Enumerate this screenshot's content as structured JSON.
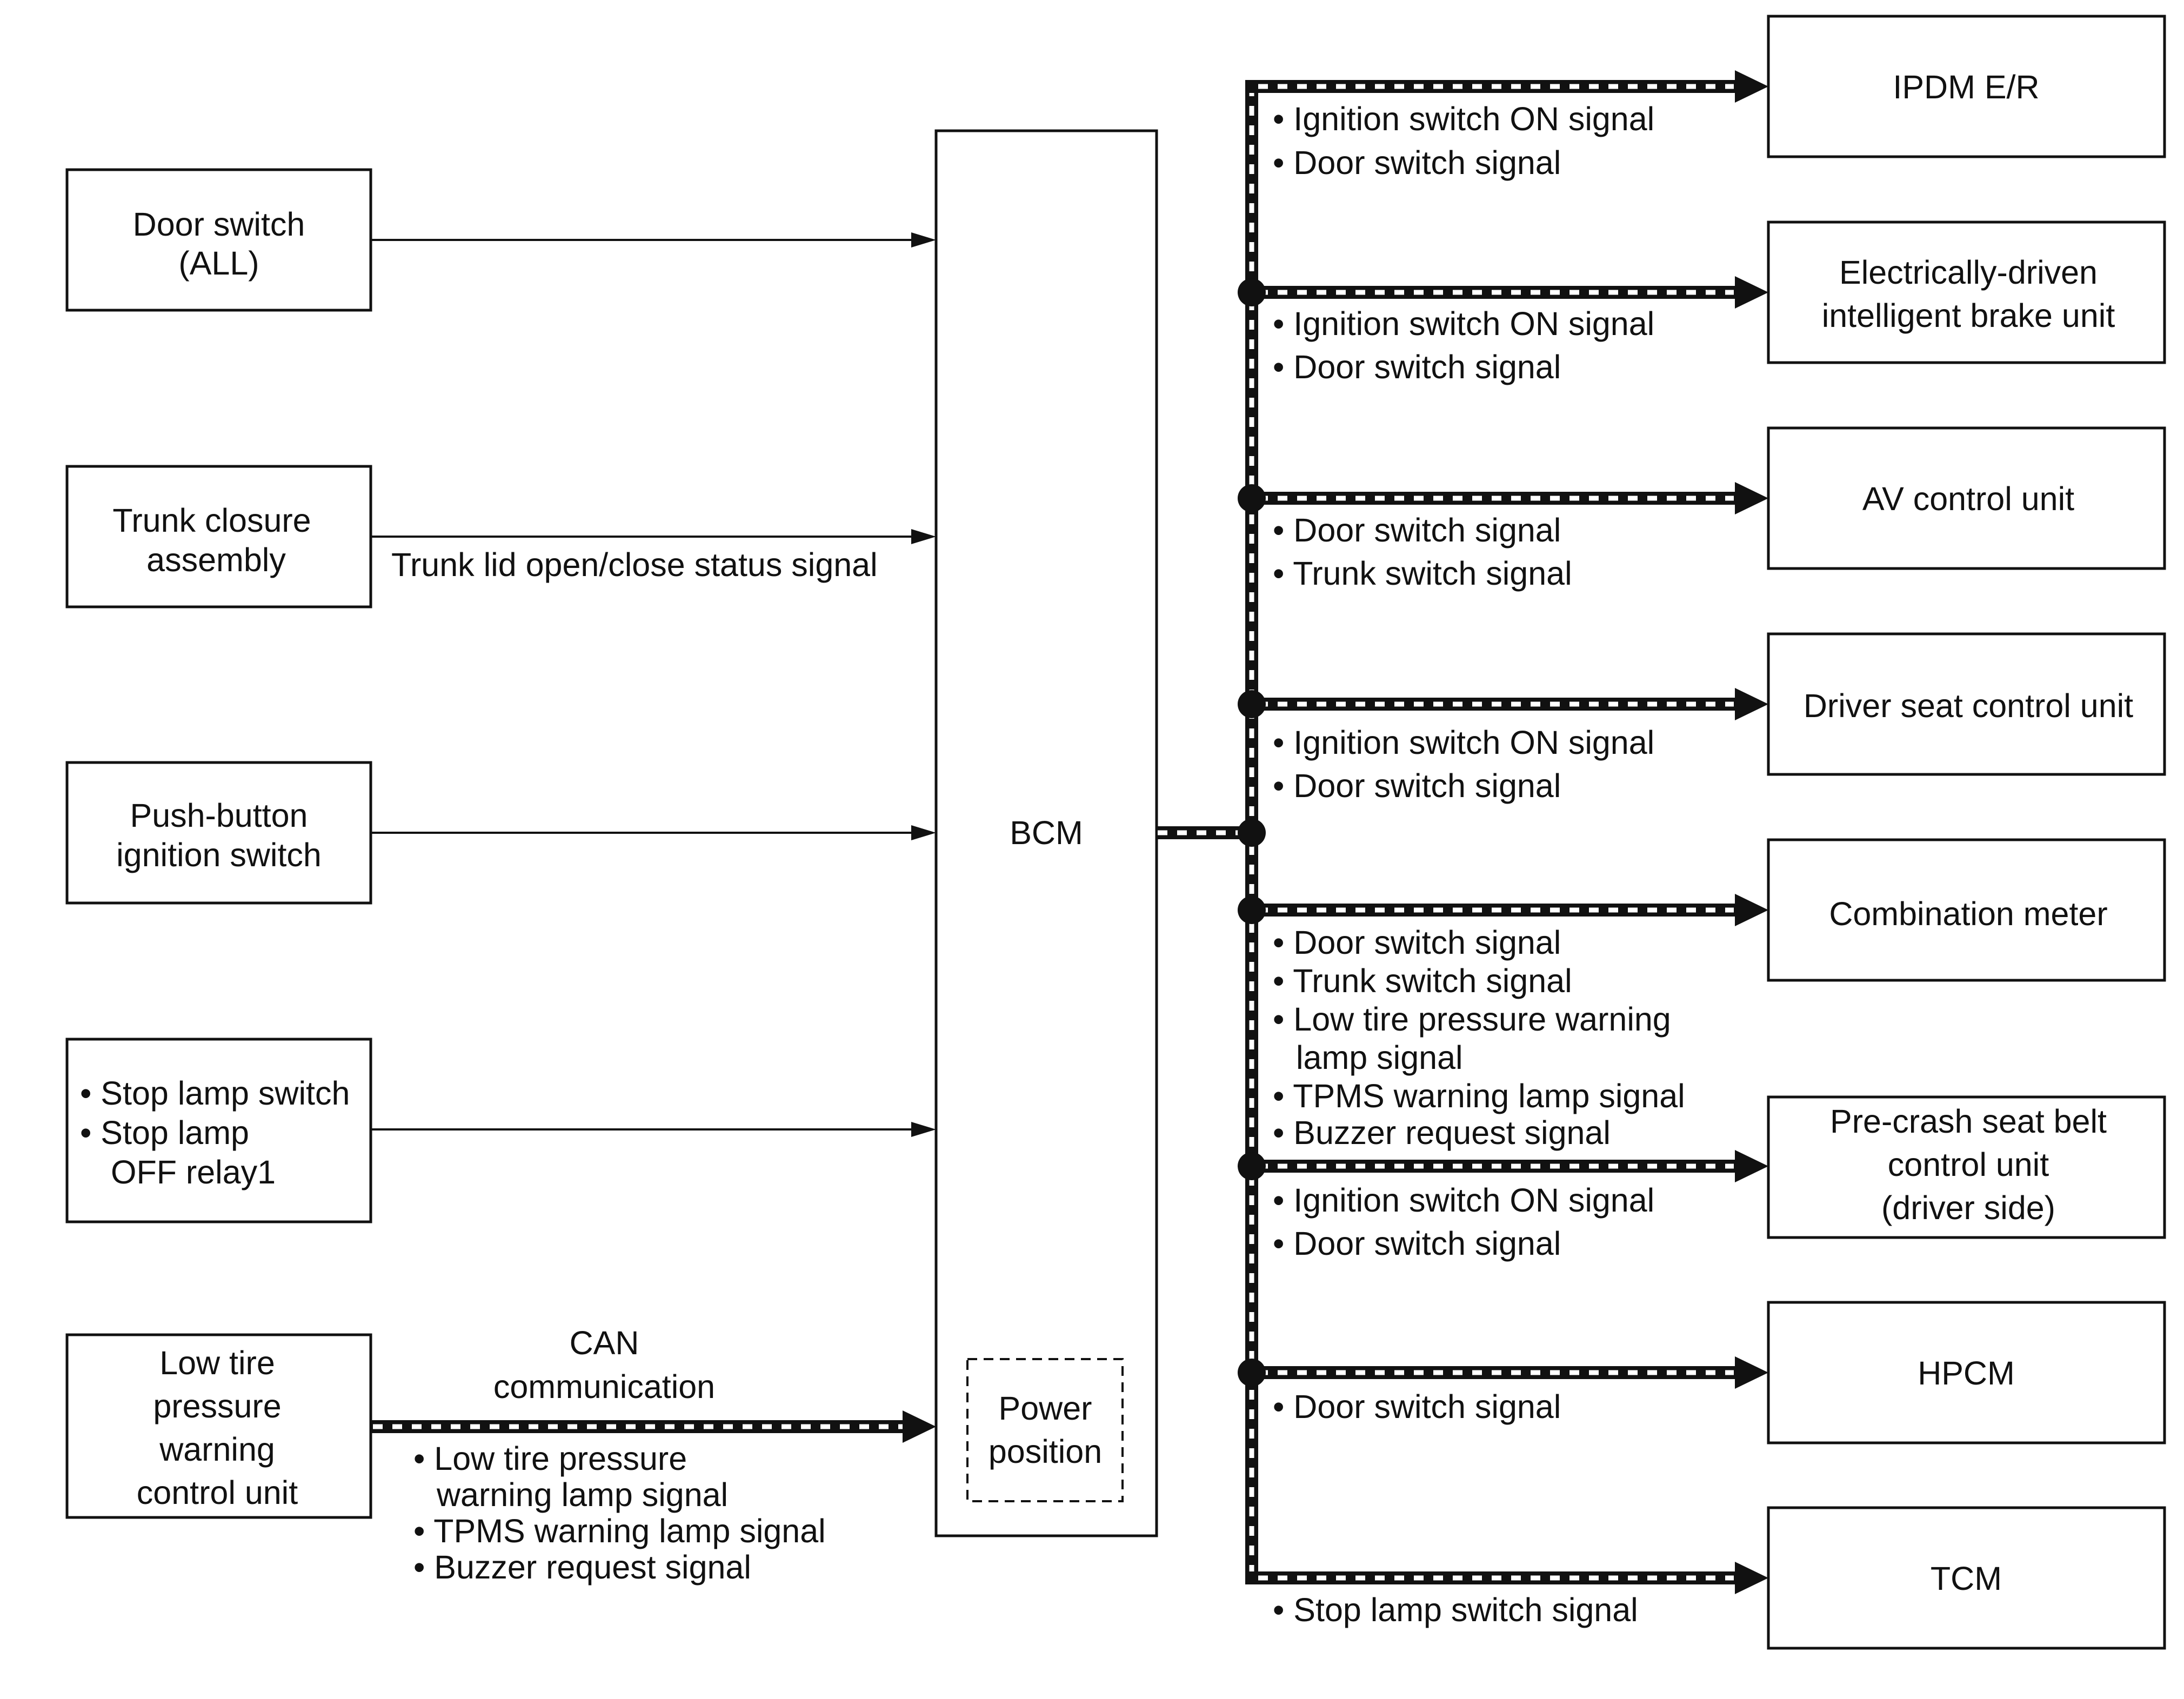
{
  "inputs": {
    "door_switch": [
      "Door switch",
      "(ALL)"
    ],
    "trunk_closure": [
      "Trunk closure",
      "assembly"
    ],
    "push_button": [
      "Push-button",
      "ignition switch"
    ],
    "stop_lamp": [
      "• Stop lamp switch",
      "• Stop lamp",
      "OFF relay1"
    ],
    "low_tire": [
      "Low tire",
      "pressure",
      "warning",
      "control unit"
    ]
  },
  "input_signals": {
    "trunk": "Trunk lid open/close status signal",
    "can_title": [
      "CAN",
      "communication"
    ],
    "low_tire": [
      "• Low tire pressure",
      "warning lamp signal",
      "• TPMS warning lamp signal",
      "• Buzzer request signal"
    ]
  },
  "bcm": {
    "label": "BCM",
    "power_position": [
      "Power",
      "position"
    ]
  },
  "outputs": {
    "ipdm": [
      "IPDM E/R"
    ],
    "brake": [
      "Electrically-driven",
      "intelligent brake unit"
    ],
    "av": [
      "AV control unit"
    ],
    "seat": [
      "Driver seat control unit"
    ],
    "meter": [
      "Combination meter"
    ],
    "precrash": [
      "Pre-crash seat belt",
      "control unit",
      "(driver side)"
    ],
    "hpcm": [
      "HPCM"
    ],
    "tcm": [
      "TCM"
    ]
  },
  "output_signals": {
    "ipdm": [
      "• Ignition switch ON signal",
      "• Door switch signal"
    ],
    "brake": [
      "• Ignition switch ON signal",
      "• Door switch signal"
    ],
    "av": [
      "• Door switch signal",
      "• Trunk switch signal"
    ],
    "seat": [
      "• Ignition switch ON signal",
      "• Door switch signal"
    ],
    "meter": [
      "• Door switch signal",
      "• Trunk switch signal",
      "• Low tire pressure warning",
      "lamp signal",
      "• TPMS warning lamp signal",
      "• Buzzer request signal"
    ],
    "precrash": [
      "• Ignition switch ON signal",
      "• Door switch signal"
    ],
    "hpcm": [
      "• Door switch signal"
    ],
    "tcm": [
      "• Stop lamp switch signal"
    ]
  }
}
